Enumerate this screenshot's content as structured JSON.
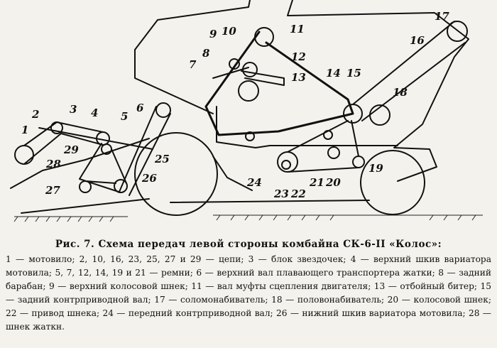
{
  "figure": {
    "labels": [
      "1",
      "2",
      "3",
      "4",
      "5",
      "6",
      "7",
      "8",
      "9",
      "10",
      "11",
      "12",
      "13",
      "14",
      "15",
      "16",
      "17",
      "18",
      "19",
      "20",
      "21",
      "22",
      "23",
      "24",
      "25",
      "26",
      "27",
      "28",
      "29"
    ]
  },
  "caption": {
    "title": "Рис. 7. Схема передач левой стороны комбайна СК-6-II «Колос»:",
    "body": "1 — мотовило; 2, 10, 16, 23, 25, 27 и 29 — цепи; 3 — блок звездочек; 4 — верхний шкив вариатора мотовила; 5, 7, 12, 14, 19 и 21 — ремни; 6 — верхний вал плавающего транспортера жатки; 8 — задний барабан; 9 — верхний колосовой шнек; 11 — вал муфты сцепления двигателя; 13 — отбойный битер; 15 — задний контрприводной вал; 17 — соломонабиватель; 18 — половонабиватель; 20 — колосовой шнек; 22 — привод шнека; 24 — передний контрприводной вал; 26 — нижний шкив вариатора мотовила; 28 — шнек жаткн."
  }
}
